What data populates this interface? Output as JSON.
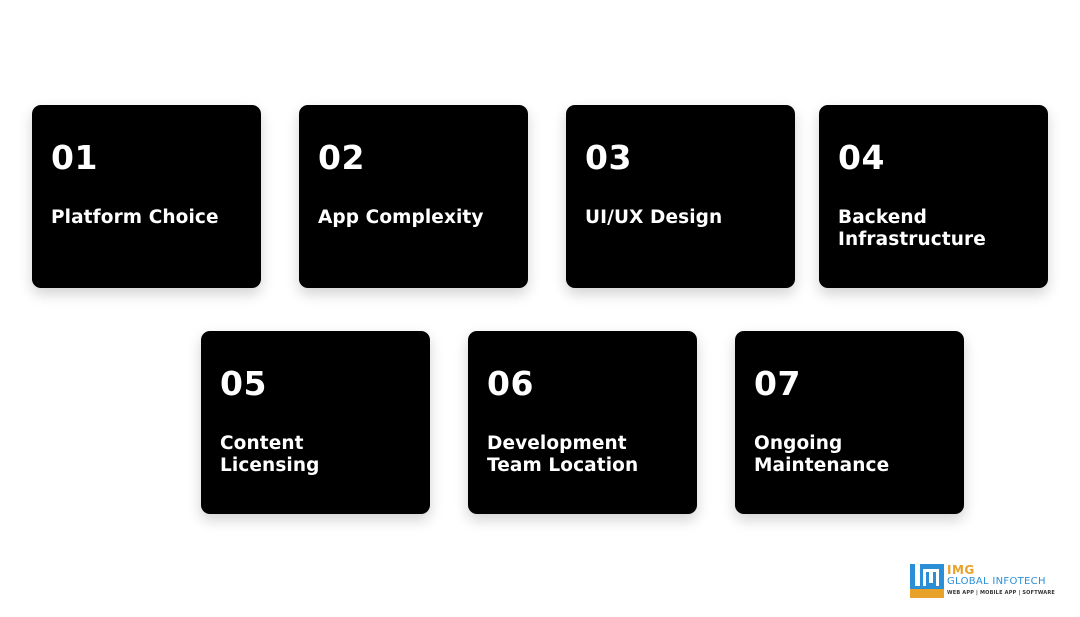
{
  "cards": [
    {
      "number": "01",
      "title": "Platform Choice"
    },
    {
      "number": "02",
      "title": "App Complexity"
    },
    {
      "number": "03",
      "title": "UI/UX Design"
    },
    {
      "number": "04",
      "title": "Backend\nInfrastructure"
    },
    {
      "number": "05",
      "title": "Content\nLicensing"
    },
    {
      "number": "06",
      "title": "Development\nTeam Location"
    },
    {
      "number": "07",
      "title": "Ongoing\nMaintenance"
    }
  ],
  "logo": {
    "brand": "IMG",
    "name": "GLOBAL INFOTECH",
    "tagline": "WEB APP | MOBILE APP | SOFTWARE",
    "colors": {
      "blue": "#2a8fd6",
      "orange": "#e8a22a"
    }
  }
}
